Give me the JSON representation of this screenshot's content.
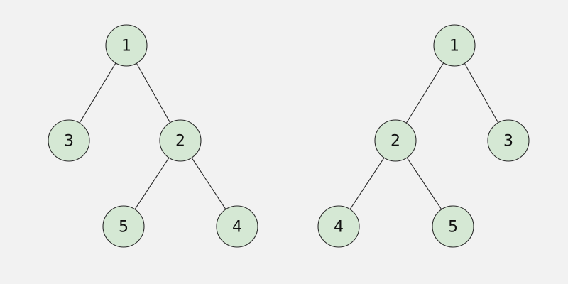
{
  "colors": {
    "background": "#f2f2f2",
    "node_fill": "#d5e8d4",
    "node_stroke": "#2b2b2b",
    "edge": "#262626",
    "text": "#111111"
  },
  "trees": [
    {
      "id": "left",
      "nodes": [
        {
          "id": "1",
          "label": "1"
        },
        {
          "id": "3",
          "label": "3"
        },
        {
          "id": "2",
          "label": "2"
        },
        {
          "id": "5",
          "label": "5"
        },
        {
          "id": "4",
          "label": "4"
        }
      ],
      "edges": [
        [
          "1",
          "3"
        ],
        [
          "1",
          "2"
        ],
        [
          "2",
          "5"
        ],
        [
          "2",
          "4"
        ]
      ]
    },
    {
      "id": "right",
      "nodes": [
        {
          "id": "1",
          "label": "1"
        },
        {
          "id": "2",
          "label": "2"
        },
        {
          "id": "3",
          "label": "3"
        },
        {
          "id": "4",
          "label": "4"
        },
        {
          "id": "5",
          "label": "5"
        }
      ],
      "edges": [
        [
          "1",
          "2"
        ],
        [
          "1",
          "3"
        ],
        [
          "2",
          "4"
        ],
        [
          "2",
          "5"
        ]
      ]
    }
  ]
}
